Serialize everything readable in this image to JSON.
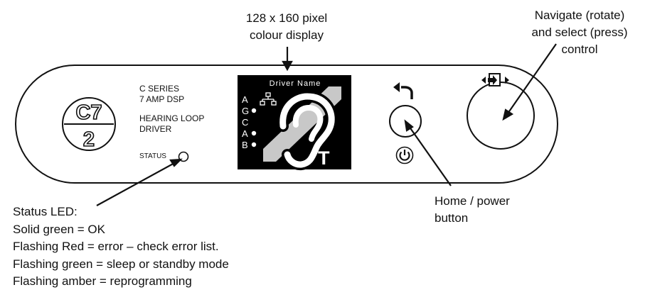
{
  "callouts": {
    "display": [
      "128 x 160 pixel",
      "colour display"
    ],
    "navigate": [
      "Navigate (rotate)",
      "and select (press)",
      "control"
    ],
    "home": [
      "Home / power",
      "button"
    ]
  },
  "panel": {
    "logo_top": "C7",
    "logo_bottom": "2",
    "model_lines": [
      "C SERIES",
      "7 AMP DSP"
    ],
    "type_lines": [
      "HEARING LOOP",
      "DRIVER"
    ],
    "status_label": "STATUS"
  },
  "screen": {
    "title": "Driver Name",
    "channels": [
      "A",
      "G",
      "C",
      "A",
      "B"
    ],
    "t_label": "T"
  },
  "status_legend": [
    "Status LED:",
    "Solid green = OK",
    "Flashing Red = error – check error list.",
    "Flashing green = sleep or standby mode",
    "Flashing amber = reprogramming"
  ]
}
